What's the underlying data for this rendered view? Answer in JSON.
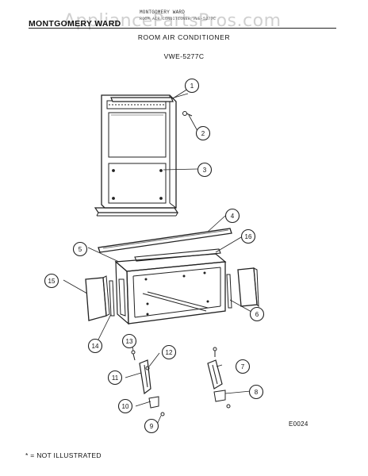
{
  "header": {
    "brand": "MONTGOMERY WARD",
    "small_line_1": "MONTGOMERY WARD",
    "small_line_2": "ROOM AIR CONDITIONER  VWE-5277C",
    "watermark": "AppliancePartsPros.com"
  },
  "title": "ROOM AIR CONDITIONER",
  "model": "VWE-5277C",
  "diagram_code": "E0024",
  "footnote": "* = NOT ILLUSTRATED",
  "callouts": [
    "1",
    "2",
    "3",
    "4",
    "5",
    "6",
    "7",
    "8",
    "9",
    "10",
    "11",
    "12",
    "13",
    "14",
    "15",
    "16"
  ]
}
